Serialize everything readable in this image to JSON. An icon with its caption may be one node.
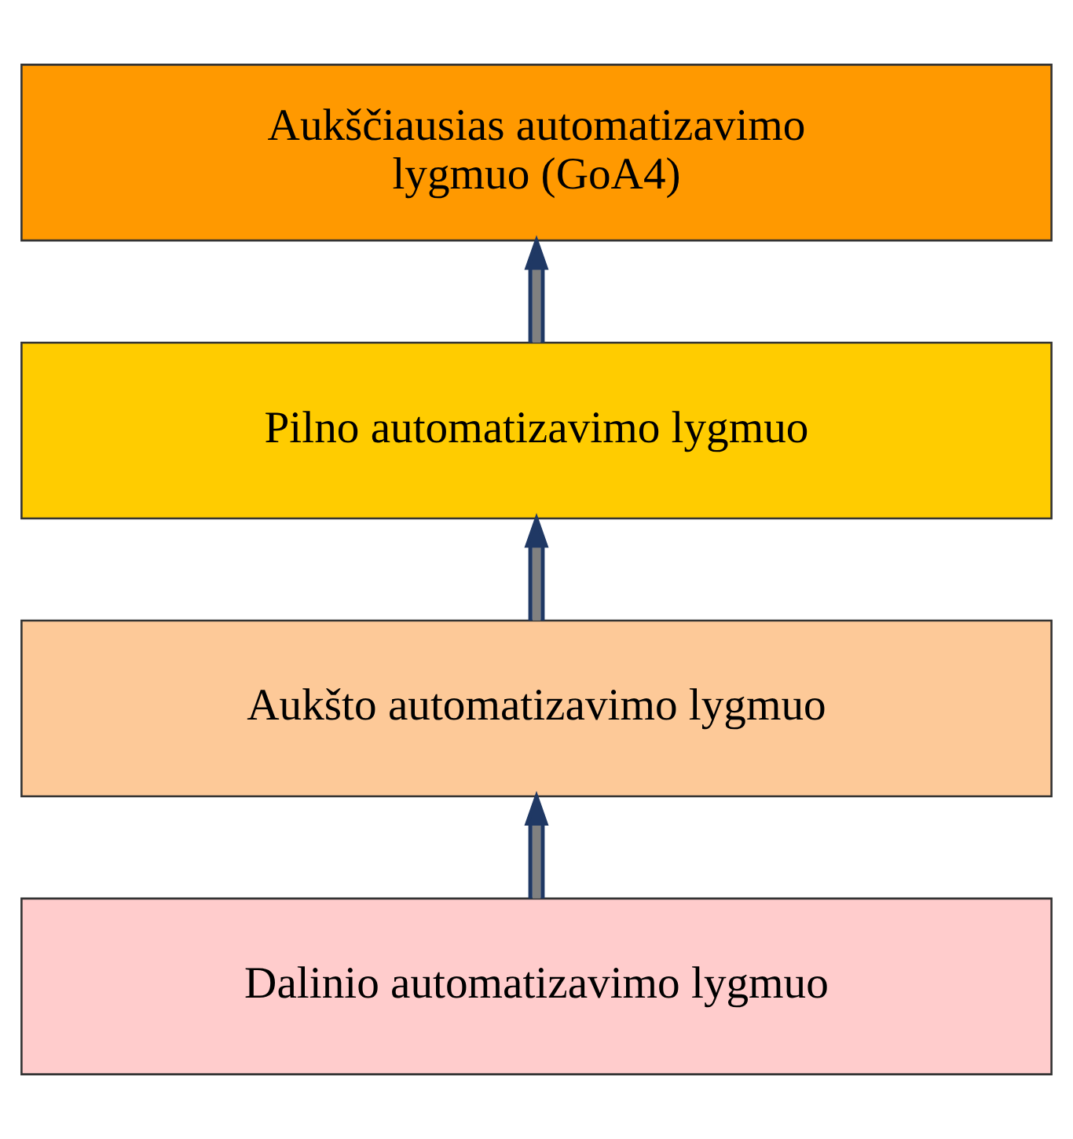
{
  "diagram": {
    "nodes": [
      {
        "text": [
          "Aukščiausias automatizavimo lygmuo (GoA4)"
        ]
      },
      {
        "text": [
          "Pilno automatizavimo lygmuo"
        ]
      },
      {
        "text": [
          "Aukšto automatizavimo lygmuo"
        ]
      },
      {
        "text": [
          "Dalinio automatizavimo lygmuo"
        ]
      }
    ],
    "edges": [
      {
        "from": 3,
        "to": 2,
        "arrow": "to"
      },
      {
        "from": 2,
        "to": 1,
        "arrow": "to"
      },
      {
        "from": 1,
        "to": 0,
        "arrow": "to"
      }
    ]
  }
}
